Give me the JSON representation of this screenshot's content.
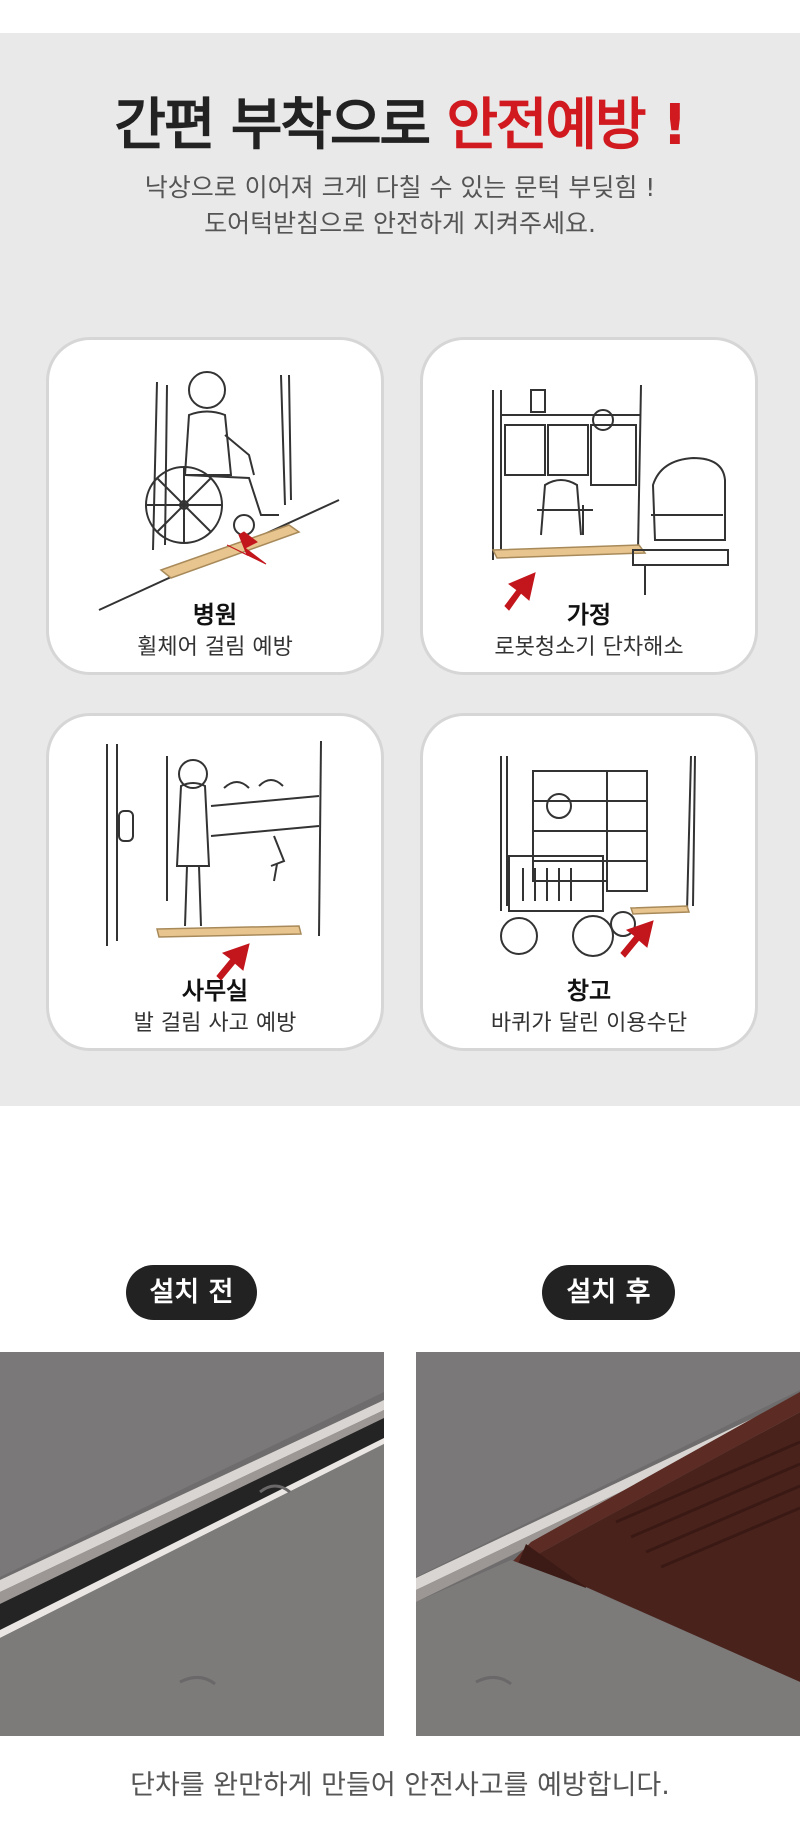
{
  "headline": {
    "part1": "간편 부착으로 ",
    "accent": "안전예방 !"
  },
  "subtext": {
    "line1": "낙상으로 이어져 크게 다칠 수 있는 문턱 부딪힘 !",
    "line2": "도어턱받침으로 안전하게 지켜주세요."
  },
  "cards": [
    {
      "title": "병원",
      "desc": "휠체어 걸림 예방"
    },
    {
      "title": "가정",
      "desc": "로봇청소기 단차해소"
    },
    {
      "title": "사무실",
      "desc": "발 걸림 사고 예방"
    },
    {
      "title": "창고",
      "desc": "바퀴가 달린 이용수단"
    }
  ],
  "compare": {
    "before_label": "설치 전",
    "after_label": "설치 후"
  },
  "caption": "단차를 완만하게 만들어 안전사고를 예방합니다.",
  "colors": {
    "accent": "#d11a1f",
    "ramp": "#e8c58e",
    "arrow": "#c3161c",
    "rubber": "#4a221c"
  }
}
